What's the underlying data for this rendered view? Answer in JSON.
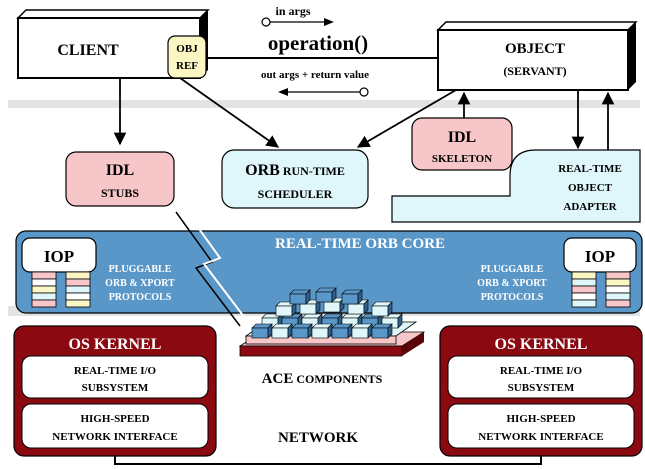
{
  "client": {
    "label": "CLIENT",
    "objref_line1": "OBJ",
    "objref_line2": "REF"
  },
  "operation": {
    "label": "operation()",
    "in_args": "in args",
    "out_args": "out args + return  value"
  },
  "object": {
    "line1": "OBJECT",
    "line2": "(SERVANT)"
  },
  "idl_stubs": {
    "line1": "IDL",
    "line2": "STUBS"
  },
  "orb_scheduler": {
    "line1_bold": "ORB",
    "line1_rest": " RUN-TIME",
    "line2": "SCHEDULER"
  },
  "idl_skeleton": {
    "line1": "IDL",
    "line2": "SKELETON"
  },
  "object_adapter": {
    "line1": "REAL-TIME",
    "line2": "OBJECT",
    "line3": "ADAPTER"
  },
  "orb_core": {
    "label": "REAL-TIME ORB CORE"
  },
  "iop_left": {
    "label": "IOP"
  },
  "iop_right": {
    "label": "IOP"
  },
  "pluggable_left": {
    "line1": "PLUGGABLE",
    "line2": "ORB & XPORT",
    "line3": "PROTOCOLS"
  },
  "pluggable_right": {
    "line1": "PLUGGABLE",
    "line2": "ORB & XPORT",
    "line3": "PROTOCOLS"
  },
  "ace": {
    "label_bold": "ACE",
    "label_rest": " COMPONENTS"
  },
  "os_left": {
    "title": "OS  KERNEL",
    "io_line1": "REAL-TIME  I/O",
    "io_line2": "SUBSYSTEM",
    "net_line1": "HIGH-SPEED",
    "net_line2": "NETWORK INTERFACE"
  },
  "os_right": {
    "title": "OS  KERNEL",
    "io_line1": "REAL-TIME  I/O",
    "io_line2": "SUBSYSTEM",
    "net_line1": "HIGH-SPEED",
    "net_line2": "NETWORK INTERFACE"
  },
  "network": {
    "label": "NETWORK"
  },
  "colors": {
    "pink": "#f6c6c8",
    "cyan": "#dff7fb",
    "orb_blue": "#5a97c9",
    "kernel_red": "#8b0a12",
    "objref_yellow": "#fbf6c4",
    "gray_band": "#d9d9d9"
  }
}
